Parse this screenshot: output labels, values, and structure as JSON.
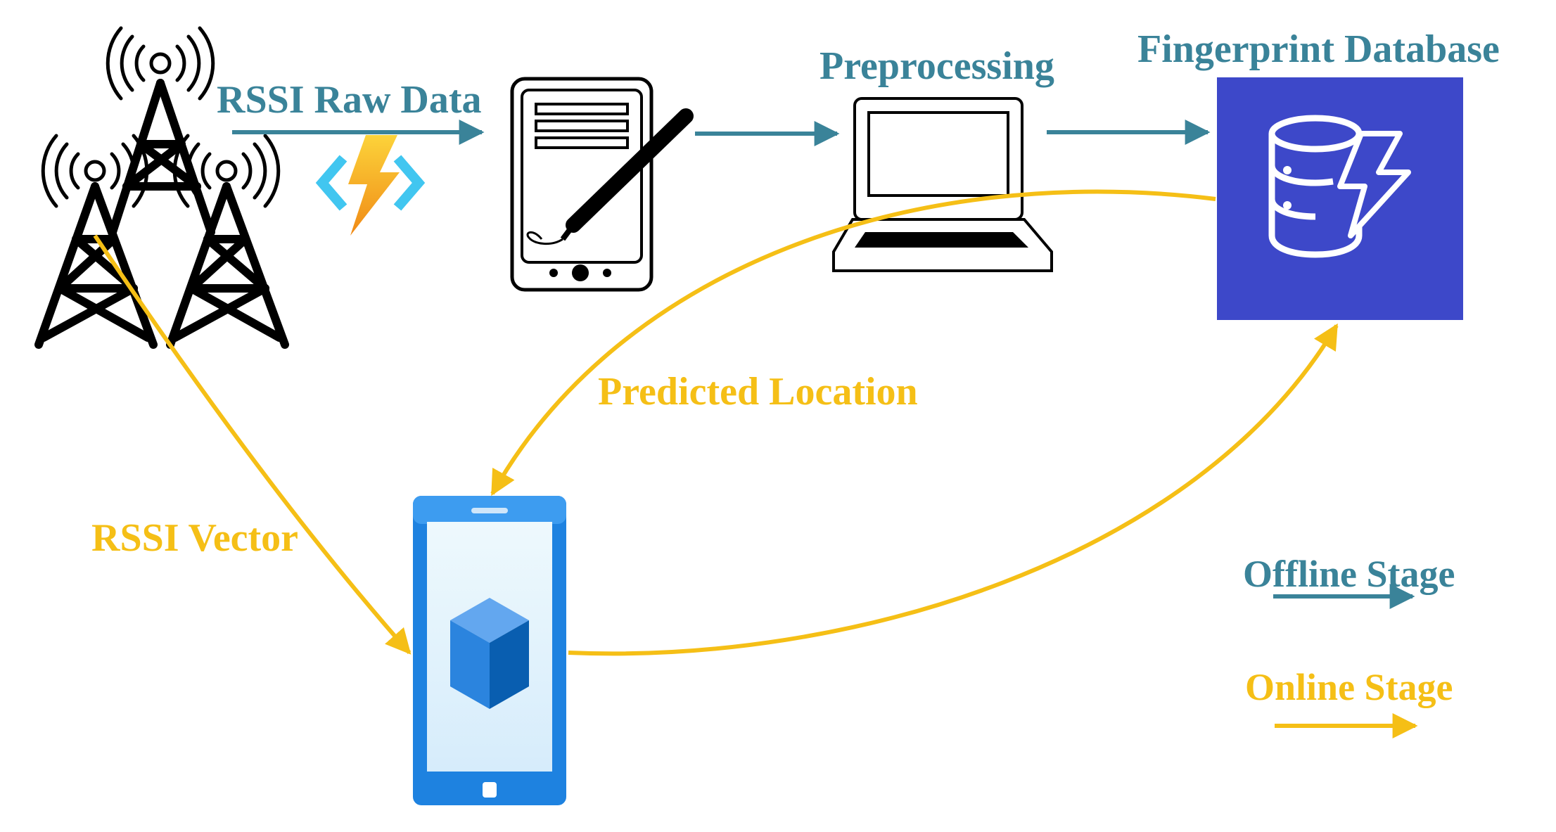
{
  "labels": {
    "rssi_raw_data": "RSSI Raw Data",
    "preprocessing": "Preprocessing",
    "fingerprint_database": "Fingerprint Database",
    "predicted_location": "Predicted Location",
    "rssi_vector": "RSSI Vector"
  },
  "legend": {
    "offline": "Offline Stage",
    "online": "Online Stage"
  },
  "colors": {
    "offline": "#3a8399",
    "online": "#f5bf16",
    "database_bg": "#3d48c9",
    "phone_blue": "#1e82e0",
    "cube_blue": "#3f8ee8",
    "lightning": "#f7a21a",
    "bracket": "#41c6f0"
  },
  "icons": {
    "towers": "radio-tower-icon",
    "function": "lightning-function-icon",
    "notepad": "tablet-pen-icon",
    "laptop": "laptop-icon",
    "database": "database-lightning-icon",
    "phone": "smartphone-cube-icon"
  }
}
